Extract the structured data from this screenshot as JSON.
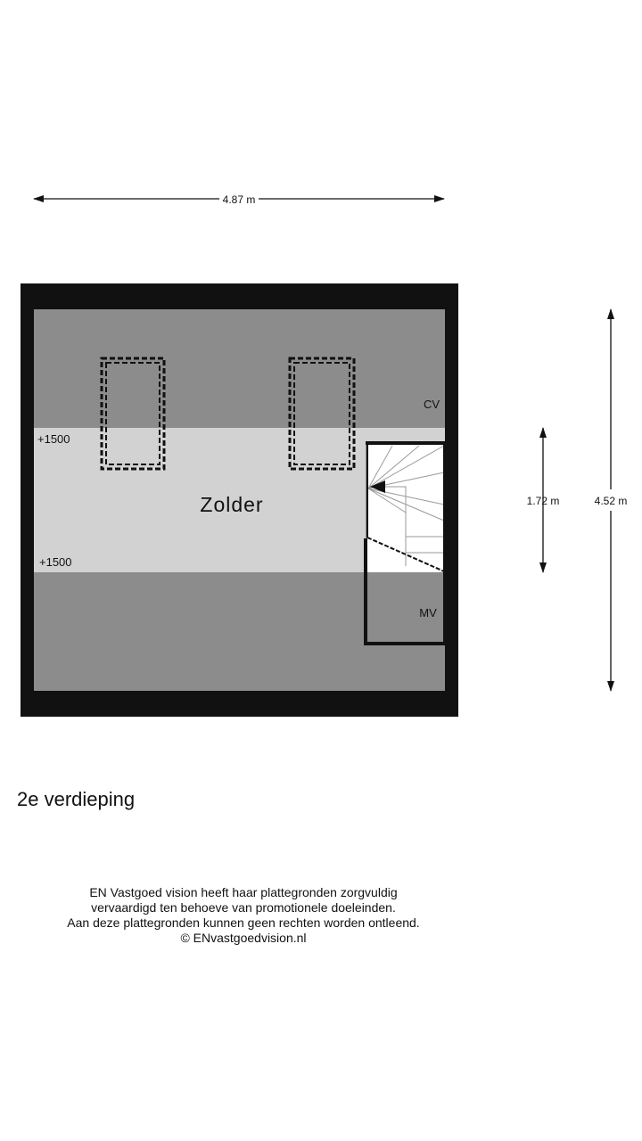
{
  "floorplan": {
    "width_label": "4.87 m",
    "height_label": "4.52 m",
    "height_low_label": "1.72 m",
    "room_label": "Zolder",
    "cv_label": "CV",
    "mv_label": "MV",
    "slope_label_top": "+1500",
    "slope_label_bottom": "+1500",
    "colors": {
      "wall": "#111111",
      "low_ceiling": "#8c8c8c",
      "full_height": "#d2d2d2",
      "stair": "#ffffff"
    }
  },
  "floor_title": "2e verdieping",
  "disclaimer": {
    "line1": "EN Vastgoed vision heeft haar plattegronden zorgvuldig",
    "line2": "vervaardigd ten behoeve van promotionele doeleinden.",
    "line3": "Aan deze plattegronden kunnen geen rechten worden ontleend.",
    "line4": "© ENvastgoedvision.nl"
  }
}
